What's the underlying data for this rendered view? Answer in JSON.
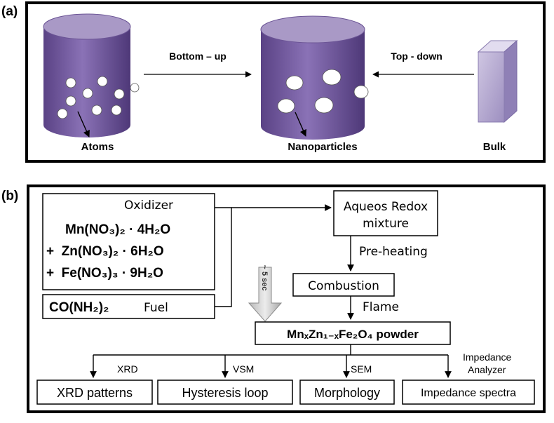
{
  "panel_a": {
    "label": "(a)",
    "atoms_label": "Atoms",
    "nanoparticles_label": "Nanoparticles",
    "bulk_label": "Bulk",
    "bottom_up_label": "Bottom – up",
    "top_down_label": "Top - down",
    "colors": {
      "cylinder": "#7e64a8",
      "cylinder_top": "#a999c6",
      "cube": "#b4a8cf"
    }
  },
  "panel_b": {
    "label": "(b)",
    "oxidizer_title": "Oxidizer",
    "oxidizer_lines": [
      "Mn(NO₃)₂ · 4H₂O",
      "+  Zn(NO₃)₂ · 6H₂O",
      "+  Fe(NO₃)₃ · 9H₂O"
    ],
    "fuel_formula": "CO(NH₂)₂",
    "fuel_label": "Fuel",
    "redox_line1": "Aqueos Redox",
    "redox_line2": "mixture",
    "preheating": "Pre-heating",
    "combustion": "Combustion",
    "flame": "Flame",
    "time_label": "~ 5 sec",
    "powder_label": "MnₓZn₁₋ₓFe₂O₄ powder",
    "technique_labels": [
      "XRD",
      "VSM",
      "SEM"
    ],
    "impedance_analyzer_line1": "Impedance",
    "impedance_analyzer_line2": "Analyzer",
    "outputs": [
      "XRD patterns",
      "Hysteresis loop",
      "Morphology",
      "Impedance spectra"
    ]
  }
}
